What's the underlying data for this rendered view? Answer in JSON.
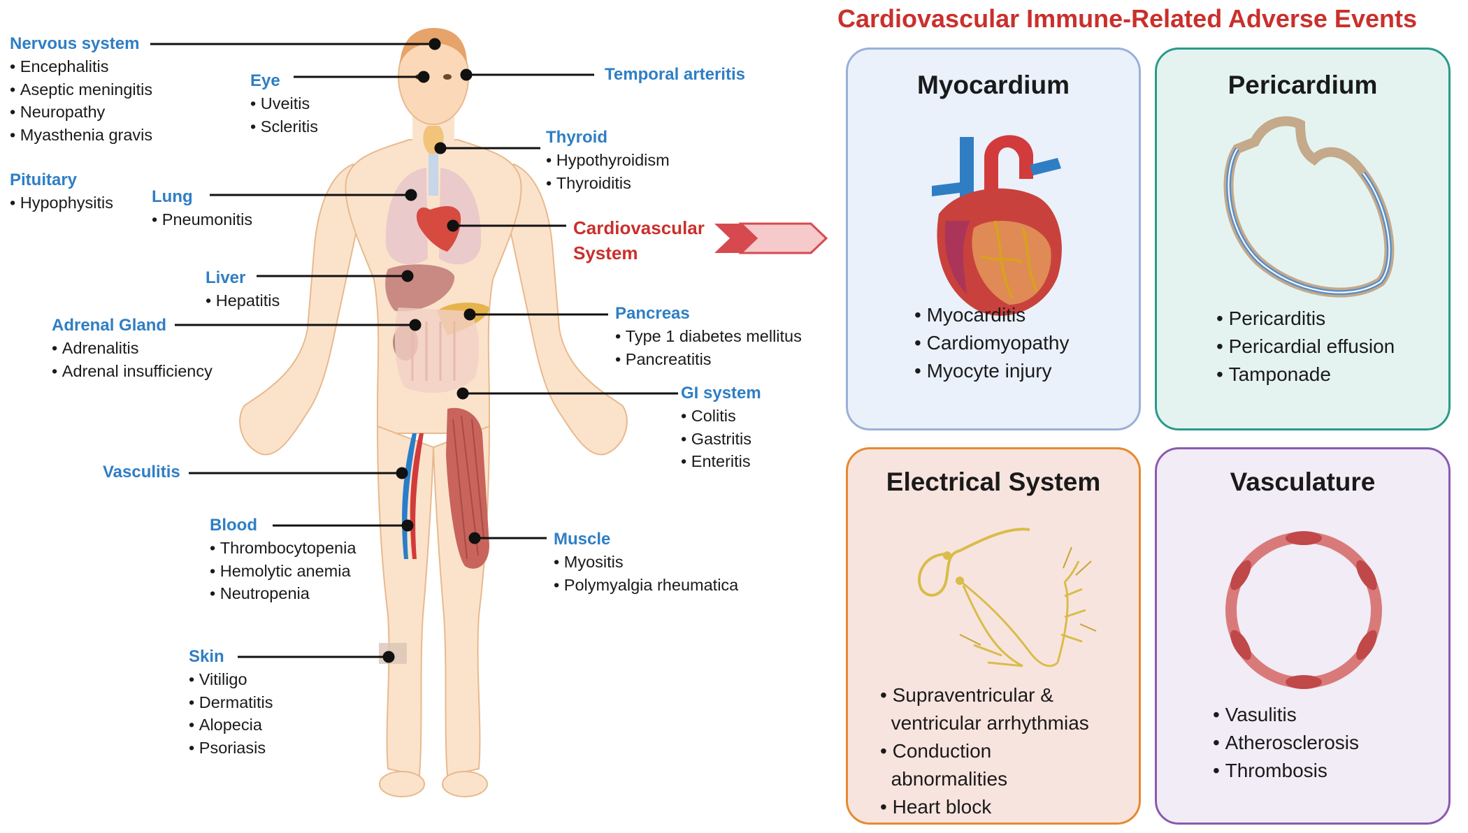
{
  "title": "Cardiovascular Immune-Related Adverse Events",
  "organs": [
    {
      "key": "nervous",
      "label": "Nervous system",
      "items": [
        "Encephalitis",
        "Aseptic meningitis",
        "Neuropathy",
        "Myasthenia gravis"
      ]
    },
    {
      "key": "eye",
      "label": "Eye",
      "items": [
        "Uveitis",
        "Scleritis"
      ]
    },
    {
      "key": "temporal",
      "label": "Temporal arteritis",
      "items": []
    },
    {
      "key": "thyroid",
      "label": "Thyroid",
      "items": [
        "Hypothyroidism",
        "Thyroiditis"
      ]
    },
    {
      "key": "pituitary",
      "label": "Pituitary",
      "items": [
        "Hypophysitis"
      ]
    },
    {
      "key": "lung",
      "label": "Lung",
      "items": [
        "Pneumonitis"
      ]
    },
    {
      "key": "liver",
      "label": "Liver",
      "items": [
        "Hepatitis"
      ]
    },
    {
      "key": "pancreas",
      "label": "Pancreas",
      "items": [
        "Type 1 diabetes mellitus",
        "Pancreatitis"
      ]
    },
    {
      "key": "adrenal",
      "label": "Adrenal Gland",
      "items": [
        "Adrenalitis",
        "Adrenal insufficiency"
      ]
    },
    {
      "key": "gi",
      "label": "GI system",
      "items": [
        "Colitis",
        "Gastritis",
        "Enteritis"
      ]
    },
    {
      "key": "vasculitis",
      "label": "Vasculitis",
      "items": []
    },
    {
      "key": "blood",
      "label": "Blood",
      "items": [
        "Thrombocytopenia",
        "Hemolytic anemia",
        "Neutropenia"
      ]
    },
    {
      "key": "muscle",
      "label": "Muscle",
      "items": [
        "Myositis",
        "Polymyalgia rheumatica"
      ]
    },
    {
      "key": "skin",
      "label": "Skin",
      "items": [
        "Vitiligo",
        "Dermatitis",
        "Alopecia",
        "Psoriasis"
      ]
    }
  ],
  "cardiovascular_label": [
    "Cardiovascular",
    "System"
  ],
  "panels": {
    "myocardium": {
      "title": "Myocardium",
      "items": [
        "Myocarditis",
        "Cardiomyopathy",
        "Myocyte injury"
      ]
    },
    "pericardium": {
      "title": "Pericardium",
      "items": [
        "Pericarditis",
        "Pericardial effusion",
        "Tamponade"
      ]
    },
    "electrical": {
      "title": "Electrical System",
      "items": [
        "Supraventricular &",
        "ventricular arrhythmias",
        "Conduction",
        "abnormalities",
        "Heart block"
      ]
    },
    "vasculature": {
      "title": "Vasculature",
      "items": [
        "Vasulitis",
        "Atherosclerosis",
        "Thrombosis"
      ]
    }
  },
  "colors": {
    "organ_label": "#2f7ec4",
    "accent_red": "#c9302c",
    "myocardium_border": "#9ab0d8",
    "myocardium_bg": "#eaf1fb",
    "pericardium_border": "#2a9a8a",
    "pericardium_bg": "#e5f3f0",
    "electrical_border": "#e6892f",
    "electrical_bg": "#f8e4de",
    "vasculature_border": "#8a5ab0",
    "vasculature_bg": "#f1ecf5"
  }
}
